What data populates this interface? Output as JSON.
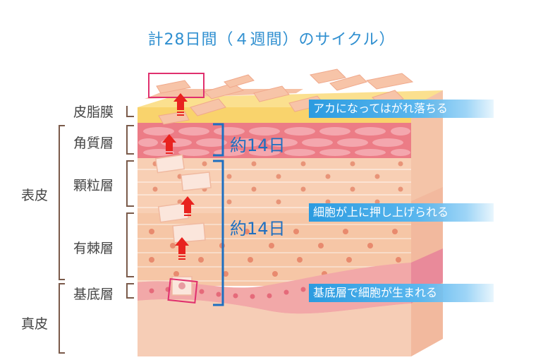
{
  "title": "計28日間（４週間）のサイクル）",
  "layers": {
    "sebum": "皮脂膜",
    "stratum_corneum": "角質層",
    "granular": "顆粒層",
    "spinous": "有棘層",
    "basal": "基底層"
  },
  "groups": {
    "epidermis": "表皮",
    "dermis": "真皮"
  },
  "durations": {
    "upper": "約14日",
    "lower": "約14日"
  },
  "callouts": {
    "shed": "アカになってはがれ落ちる",
    "pushed_up": "細胞が上に押し上げられる",
    "born": "基底層で細胞が生まれる"
  },
  "colors": {
    "title": "#2f8fd0",
    "bracket": "#1e6fc0",
    "arrow": "#e8231f",
    "highlight": "#e0306e"
  }
}
